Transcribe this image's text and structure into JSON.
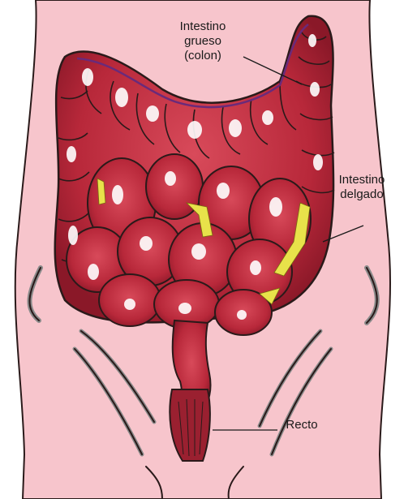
{
  "labels": {
    "colon": [
      "Intestino",
      "grueso",
      "(colon)"
    ],
    "small_intestine": [
      "Intestino",
      "delgado"
    ],
    "rectum": "Recto"
  },
  "colors": {
    "skin": "#f7c5cc",
    "outline": "#2a1a1a",
    "shadow": "#8a8a8a",
    "intestine": "#b8283a",
    "intestine_dark": "#7a1020",
    "highlight": "#ffffff",
    "mesentery": "#e8e24a"
  }
}
